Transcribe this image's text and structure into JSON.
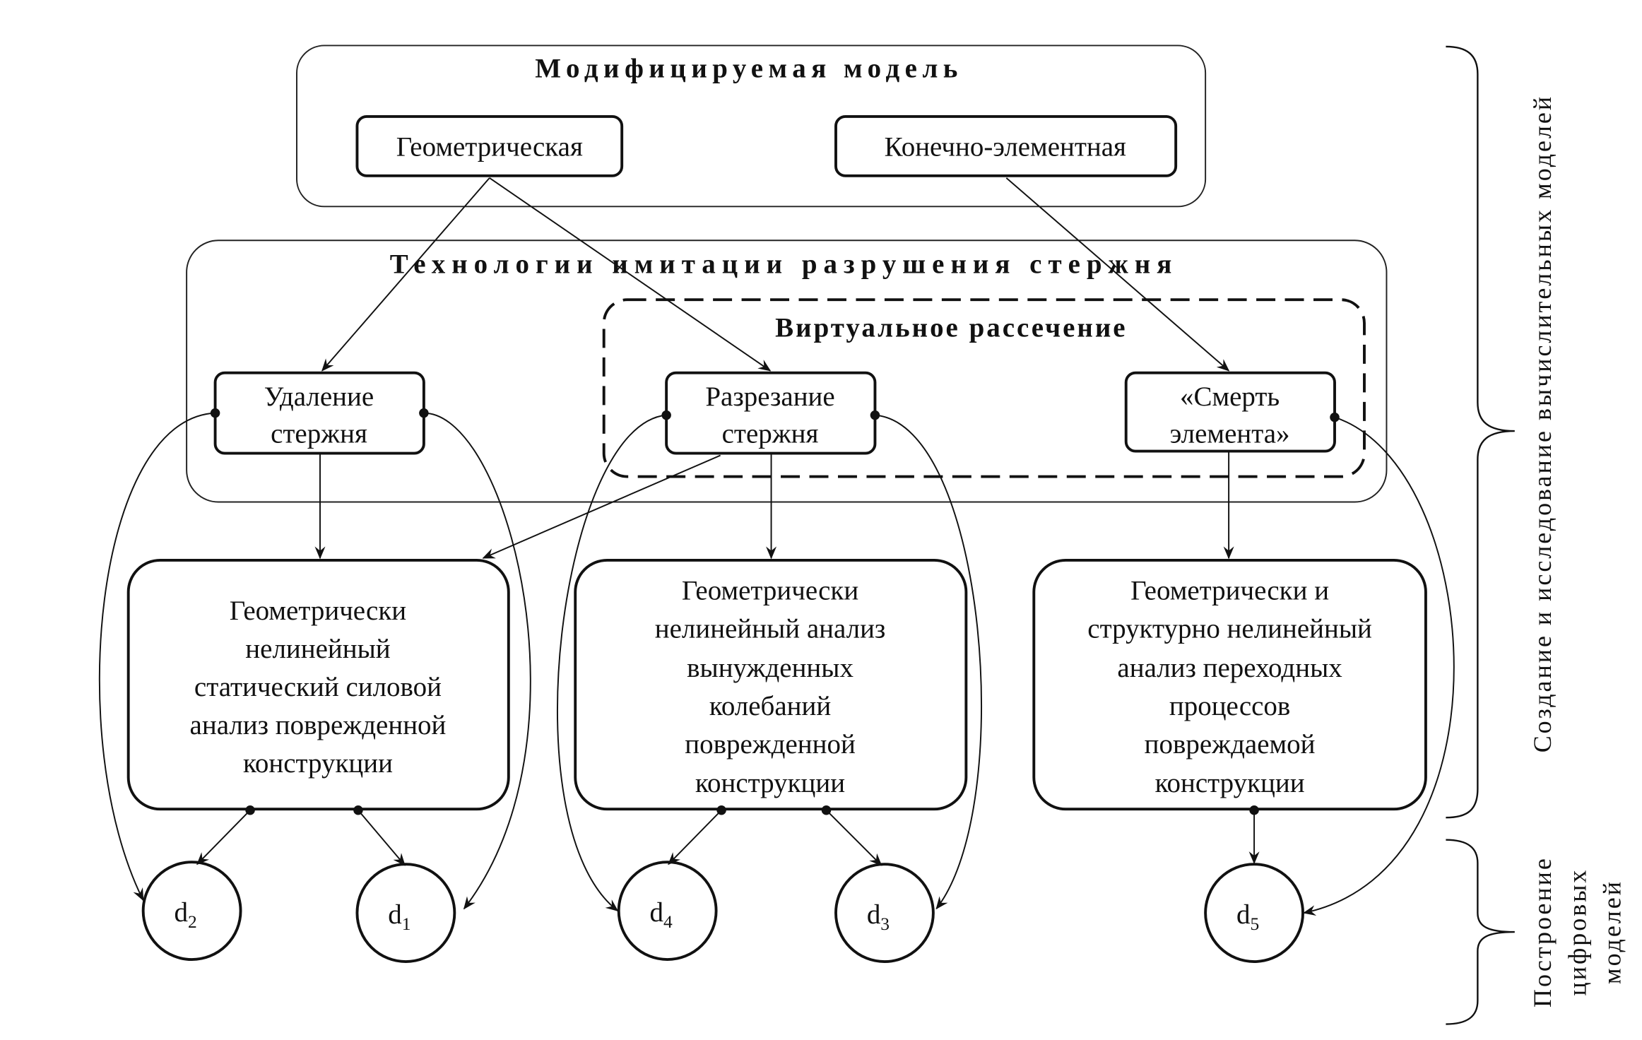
{
  "modified_model": {
    "title": "Модифицируемая модель",
    "geometric": "Геометрическая",
    "finite_element": "Конечно-элементная"
  },
  "technologies": {
    "title": "Технологии имитации разрушения стержня",
    "virtual_cutting": "Виртуальное рассечение",
    "removal": [
      "Удаление",
      "стержня"
    ],
    "cutting": [
      "Разрезание",
      "стержня"
    ],
    "element_death": [
      "«Смерть",
      "элемента»"
    ]
  },
  "analyses": [
    {
      "lines": [
        "Геометрически",
        "нелинейный",
        "статический силовой",
        "анализ поврежденной",
        "конструкции"
      ]
    },
    {
      "lines": [
        "Геометрически",
        "нелинейный анализ",
        "вынужденных",
        "колебаний",
        "поврежденной",
        "конструкции"
      ]
    },
    {
      "lines": [
        "Геометрически и",
        "структурно нелинейный",
        "анализ переходных",
        "процессов",
        "повреждаемой",
        "конструкции"
      ]
    }
  ],
  "digital_models": [
    {
      "base": "d",
      "sub": "2"
    },
    {
      "base": "d",
      "sub": "1"
    },
    {
      "base": "d",
      "sub": "4"
    },
    {
      "base": "d",
      "sub": "3"
    },
    {
      "base": "d",
      "sub": "5"
    }
  ],
  "side_labels": {
    "creation": "Создание и исследование вычислительных моделей",
    "building": [
      "Построение",
      "цифровых",
      "моделей"
    ]
  }
}
